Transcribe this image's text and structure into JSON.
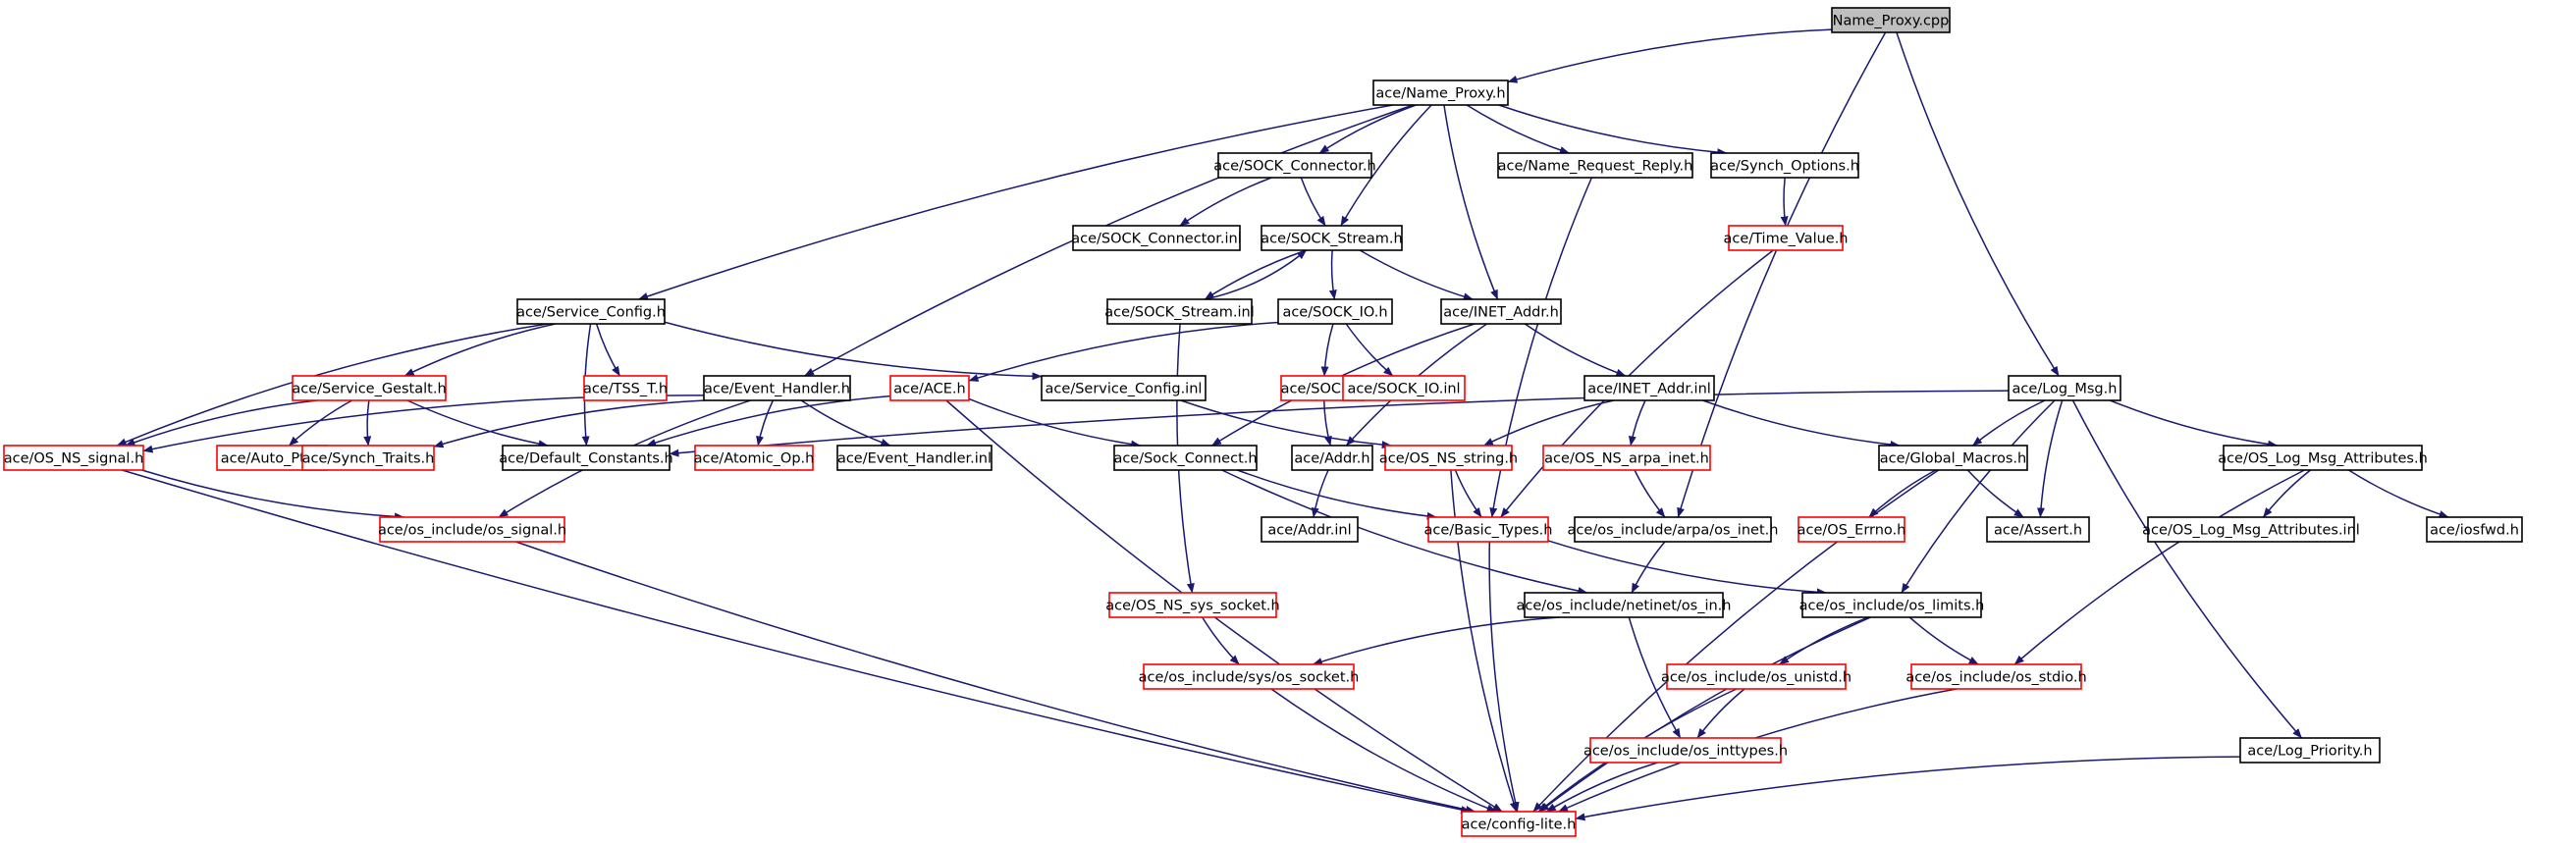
{
  "colors": {
    "edge": "#191970",
    "root_fill": "#bfbfbf",
    "normal_border": "#000000",
    "missing_border": "#ff0000"
  },
  "nodes": [
    {
      "id": "name_proxy_cpp",
      "label": "Name_Proxy.cpp",
      "style": "root"
    },
    {
      "id": "name_proxy_h",
      "label": "ace/Name_Proxy.h",
      "style": "normal"
    },
    {
      "id": "sock_connector_h",
      "label": "ace/SOCK_Connector.h",
      "style": "normal"
    },
    {
      "id": "name_request_reply_h",
      "label": "ace/Name_Request_Reply.h",
      "style": "normal"
    },
    {
      "id": "synch_options_h",
      "label": "ace/Synch_Options.h",
      "style": "normal"
    },
    {
      "id": "sock_connector_inl",
      "label": "ace/SOCK_Connector.inl",
      "style": "normal"
    },
    {
      "id": "sock_stream_h",
      "label": "ace/SOCK_Stream.h",
      "style": "normal"
    },
    {
      "id": "time_value_h",
      "label": "ace/Time_Value.h",
      "style": "missing"
    },
    {
      "id": "service_config_h",
      "label": "ace/Service_Config.h",
      "style": "normal"
    },
    {
      "id": "sock_stream_inl",
      "label": "ace/SOCK_Stream.inl",
      "style": "normal"
    },
    {
      "id": "sock_io_h",
      "label": "ace/SOCK_IO.h",
      "style": "normal"
    },
    {
      "id": "inet_addr_h",
      "label": "ace/INET_Addr.h",
      "style": "normal"
    },
    {
      "id": "service_gestalt_h",
      "label": "ace/Service_Gestalt.h",
      "style": "missing"
    },
    {
      "id": "tss_t_h",
      "label": "ace/TSS_T.h",
      "style": "missing"
    },
    {
      "id": "event_handler_h",
      "label": "ace/Event_Handler.h",
      "style": "normal"
    },
    {
      "id": "ace_h",
      "label": "ace/ACE.h",
      "style": "missing"
    },
    {
      "id": "service_config_inl",
      "label": "ace/Service_Config.inl",
      "style": "normal"
    },
    {
      "id": "sock_h",
      "label": "ace/SOCK.h",
      "style": "missing"
    },
    {
      "id": "sock_io_inl",
      "label": "ace/SOCK_IO.inl",
      "style": "missing"
    },
    {
      "id": "inet_addr_inl",
      "label": "ace/INET_Addr.inl",
      "style": "normal"
    },
    {
      "id": "log_msg_h",
      "label": "ace/Log_Msg.h",
      "style": "normal"
    },
    {
      "id": "os_ns_signal_h",
      "label": "ace/OS_NS_signal.h",
      "style": "missing"
    },
    {
      "id": "auto_ptr_h",
      "label": "ace/Auto_Ptr.h",
      "style": "missing"
    },
    {
      "id": "synch_traits_h",
      "label": "ace/Synch_Traits.h",
      "style": "missing"
    },
    {
      "id": "default_constants_h",
      "label": "ace/Default_Constants.h",
      "style": "normal"
    },
    {
      "id": "atomic_op_h",
      "label": "ace/Atomic_Op.h",
      "style": "missing"
    },
    {
      "id": "event_handler_inl",
      "label": "ace/Event_Handler.inl",
      "style": "normal"
    },
    {
      "id": "sock_connect_h",
      "label": "ace/Sock_Connect.h",
      "style": "normal"
    },
    {
      "id": "addr_h",
      "label": "ace/Addr.h",
      "style": "normal"
    },
    {
      "id": "os_ns_string_h",
      "label": "ace/OS_NS_string.h",
      "style": "missing"
    },
    {
      "id": "os_ns_arpa_inet_h",
      "label": "ace/OS_NS_arpa_inet.h",
      "style": "missing"
    },
    {
      "id": "global_macros_h",
      "label": "ace/Global_Macros.h",
      "style": "normal"
    },
    {
      "id": "os_log_msg_attributes_h",
      "label": "ace/OS_Log_Msg_Attributes.h",
      "style": "normal"
    },
    {
      "id": "os_include_os_signal_h",
      "label": "ace/os_include/os_signal.h",
      "style": "missing"
    },
    {
      "id": "addr_inl",
      "label": "ace/Addr.inl",
      "style": "normal"
    },
    {
      "id": "basic_types_h",
      "label": "ace/Basic_Types.h",
      "style": "missing"
    },
    {
      "id": "os_include_arpa_os_inet_h",
      "label": "ace/os_include/arpa/os_inet.h",
      "style": "normal"
    },
    {
      "id": "os_errno_h",
      "label": "ace/OS_Errno.h",
      "style": "missing"
    },
    {
      "id": "assert_h",
      "label": "ace/Assert.h",
      "style": "normal"
    },
    {
      "id": "os_log_msg_attributes_inl",
      "label": "ace/OS_Log_Msg_Attributes.inl",
      "style": "normal"
    },
    {
      "id": "iosfwd_h",
      "label": "ace/iosfwd.h",
      "style": "normal"
    },
    {
      "id": "os_ns_sys_socket_h",
      "label": "ace/OS_NS_sys_socket.h",
      "style": "missing"
    },
    {
      "id": "os_include_netinet_os_in_h",
      "label": "ace/os_include/netinet/os_in.h",
      "style": "normal"
    },
    {
      "id": "os_include_os_limits_h",
      "label": "ace/os_include/os_limits.h",
      "style": "normal"
    },
    {
      "id": "os_include_sys_os_socket_h",
      "label": "ace/os_include/sys/os_socket.h",
      "style": "missing"
    },
    {
      "id": "os_include_os_unistd_h",
      "label": "ace/os_include/os_unistd.h",
      "style": "missing"
    },
    {
      "id": "os_include_os_stdio_h",
      "label": "ace/os_include/os_stdio.h",
      "style": "missing"
    },
    {
      "id": "os_include_os_inttypes_h",
      "label": "ace/os_include/os_inttypes.h",
      "style": "missing"
    },
    {
      "id": "log_priority_h",
      "label": "ace/Log_Priority.h",
      "style": "normal"
    },
    {
      "id": "config_lite_h",
      "label": "ace/config-lite.h",
      "style": "missing"
    }
  ],
  "edges": [
    [
      "name_proxy_cpp",
      "name_proxy_h"
    ],
    [
      "name_proxy_cpp",
      "log_msg_h"
    ],
    [
      "name_proxy_cpp",
      "os_include_arpa_os_inet_h"
    ],
    [
      "name_proxy_h",
      "service_config_h"
    ],
    [
      "name_proxy_h",
      "event_handler_h"
    ],
    [
      "name_proxy_h",
      "sock_connector_h"
    ],
    [
      "name_proxy_h",
      "sock_stream_h"
    ],
    [
      "name_proxy_h",
      "inet_addr_h"
    ],
    [
      "name_proxy_h",
      "name_request_reply_h"
    ],
    [
      "name_proxy_h",
      "synch_options_h"
    ],
    [
      "sock_connector_h",
      "sock_connector_inl"
    ],
    [
      "sock_connector_h",
      "sock_stream_h"
    ],
    [
      "name_request_reply_h",
      "basic_types_h"
    ],
    [
      "synch_options_h",
      "time_value_h"
    ],
    [
      "time_value_h",
      "basic_types_h"
    ],
    [
      "sock_stream_h",
      "sock_stream_inl"
    ],
    [
      "sock_stream_inl",
      "sock_stream_h"
    ],
    [
      "sock_stream_h",
      "sock_io_h"
    ],
    [
      "sock_stream_h",
      "inet_addr_h"
    ],
    [
      "sock_stream_inl",
      "os_ns_sys_socket_h"
    ],
    [
      "sock_io_h",
      "ace_h"
    ],
    [
      "sock_io_h",
      "sock_h"
    ],
    [
      "sock_io_h",
      "sock_io_inl"
    ],
    [
      "sock_h",
      "addr_h"
    ],
    [
      "inet_addr_h",
      "sock_connect_h"
    ],
    [
      "inet_addr_h",
      "addr_h"
    ],
    [
      "inet_addr_h",
      "inet_addr_inl"
    ],
    [
      "inet_addr_inl",
      "os_ns_string_h"
    ],
    [
      "inet_addr_inl",
      "os_ns_arpa_inet_h"
    ],
    [
      "inet_addr_inl",
      "global_macros_h"
    ],
    [
      "os_ns_arpa_inet_h",
      "os_include_arpa_os_inet_h"
    ],
    [
      "service_config_h",
      "service_gestalt_h"
    ],
    [
      "service_config_h",
      "tss_t_h"
    ],
    [
      "service_config_h",
      "os_ns_signal_h"
    ],
    [
      "service_config_h",
      "default_constants_h"
    ],
    [
      "service_config_h",
      "service_config_inl"
    ],
    [
      "service_config_inl",
      "os_ns_string_h"
    ],
    [
      "service_gestalt_h",
      "os_ns_signal_h"
    ],
    [
      "service_gestalt_h",
      "auto_ptr_h"
    ],
    [
      "service_gestalt_h",
      "synch_traits_h"
    ],
    [
      "service_gestalt_h",
      "default_constants_h"
    ],
    [
      "event_handler_h",
      "os_ns_signal_h"
    ],
    [
      "event_handler_h",
      "synch_traits_h"
    ],
    [
      "event_handler_h",
      "atomic_op_h"
    ],
    [
      "event_handler_h",
      "event_handler_inl"
    ],
    [
      "event_handler_h",
      "os_include_os_signal_h"
    ],
    [
      "ace_h",
      "default_constants_h"
    ],
    [
      "ace_h",
      "sock_connect_h"
    ],
    [
      "ace_h",
      "config_lite_h"
    ],
    [
      "os_ns_signal_h",
      "os_include_os_signal_h"
    ],
    [
      "os_ns_signal_h",
      "config_lite_h"
    ],
    [
      "os_include_os_signal_h",
      "config_lite_h"
    ],
    [
      "sock_connect_h",
      "basic_types_h"
    ],
    [
      "sock_connect_h",
      "os_include_netinet_os_in_h"
    ],
    [
      "addr_h",
      "addr_inl"
    ],
    [
      "os_ns_string_h",
      "basic_types_h"
    ],
    [
      "os_ns_string_h",
      "config_lite_h"
    ],
    [
      "basic_types_h",
      "config_lite_h"
    ],
    [
      "basic_types_h",
      "os_include_os_limits_h"
    ],
    [
      "os_include_arpa_os_inet_h",
      "os_include_netinet_os_in_h"
    ],
    [
      "os_include_netinet_os_in_h",
      "os_include_sys_os_socket_h"
    ],
    [
      "os_include_netinet_os_in_h",
      "os_include_os_inttypes_h"
    ],
    [
      "os_ns_sys_socket_h",
      "os_include_sys_os_socket_h"
    ],
    [
      "os_include_sys_os_socket_h",
      "config_lite_h"
    ],
    [
      "os_include_os_limits_h",
      "os_include_os_unistd_h"
    ],
    [
      "os_include_os_limits_h",
      "os_include_os_stdio_h"
    ],
    [
      "os_include_os_limits_h",
      "config_lite_h"
    ],
    [
      "os_include_os_unistd_h",
      "os_include_os_inttypes_h"
    ],
    [
      "os_include_os_unistd_h",
      "config_lite_h"
    ],
    [
      "os_include_os_inttypes_h",
      "config_lite_h"
    ],
    [
      "os_include_os_stdio_h",
      "config_lite_h"
    ],
    [
      "log_msg_h",
      "default_constants_h"
    ],
    [
      "log_msg_h",
      "global_macros_h"
    ],
    [
      "log_msg_h",
      "assert_h"
    ],
    [
      "log_msg_h",
      "os_log_msg_attributes_h"
    ],
    [
      "log_msg_h",
      "os_include_os_limits_h"
    ],
    [
      "log_msg_h",
      "log_priority_h"
    ],
    [
      "global_macros_h",
      "os_errno_h"
    ],
    [
      "global_macros_h",
      "assert_h"
    ],
    [
      "global_macros_h",
      "config_lite_h"
    ],
    [
      "os_log_msg_attributes_h",
      "os_log_msg_attributes_inl"
    ],
    [
      "os_log_msg_attributes_h",
      "iosfwd_h"
    ],
    [
      "os_log_msg_attributes_h",
      "os_include_os_stdio_h"
    ],
    [
      "log_priority_h",
      "config_lite_h"
    ]
  ]
}
